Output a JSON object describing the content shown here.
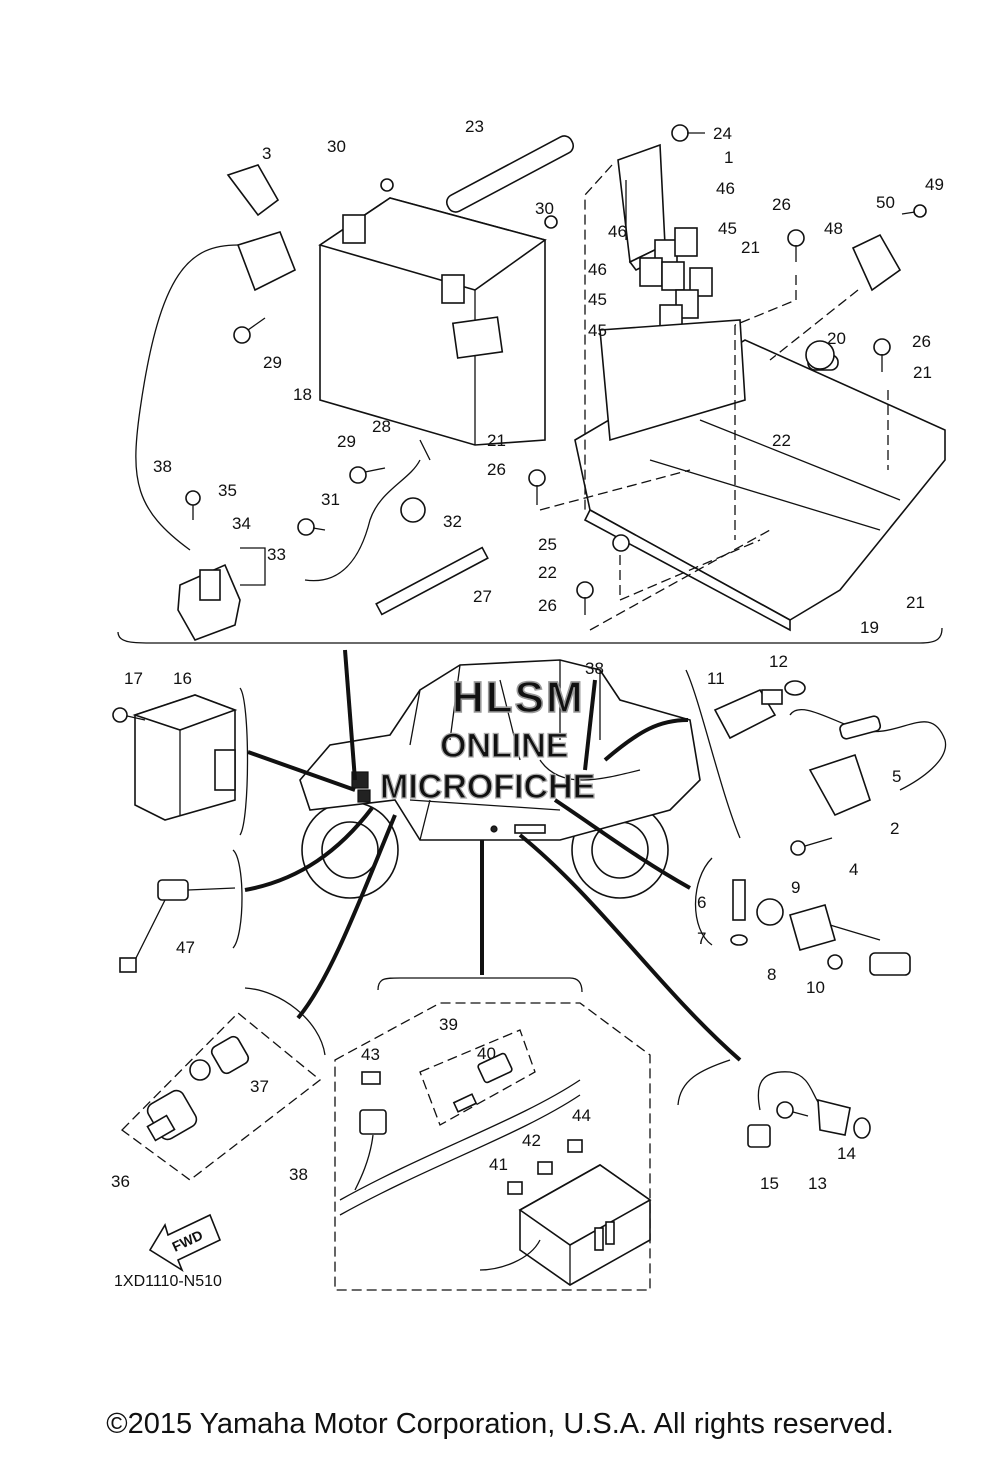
{
  "watermark": {
    "line1": "HLSM",
    "line2": "ONLINE",
    "line3": "MICROFICHE"
  },
  "diagram_code": "1XD1110-N510",
  "fwd_label": "FWD",
  "copyright": "©2015 Yamaha Motor Corporation, U.S.A. All rights reserved.",
  "callouts": [
    "1",
    "2",
    "3",
    "4",
    "5",
    "6",
    "7",
    "8",
    "9",
    "10",
    "11",
    "12",
    "13",
    "14",
    "15",
    "16",
    "17",
    "18",
    "19",
    "20",
    "21",
    "21",
    "21",
    "21",
    "22",
    "22",
    "23",
    "24",
    "25",
    "26",
    "26",
    "26",
    "26",
    "27",
    "28",
    "29",
    "29",
    "30",
    "30",
    "31",
    "32",
    "33",
    "34",
    "35",
    "36",
    "37",
    "38",
    "38",
    "38",
    "39",
    "40",
    "41",
    "42",
    "43",
    "44",
    "45",
    "45",
    "45",
    "46",
    "46",
    "46",
    "47",
    "48",
    "49",
    "50"
  ]
}
